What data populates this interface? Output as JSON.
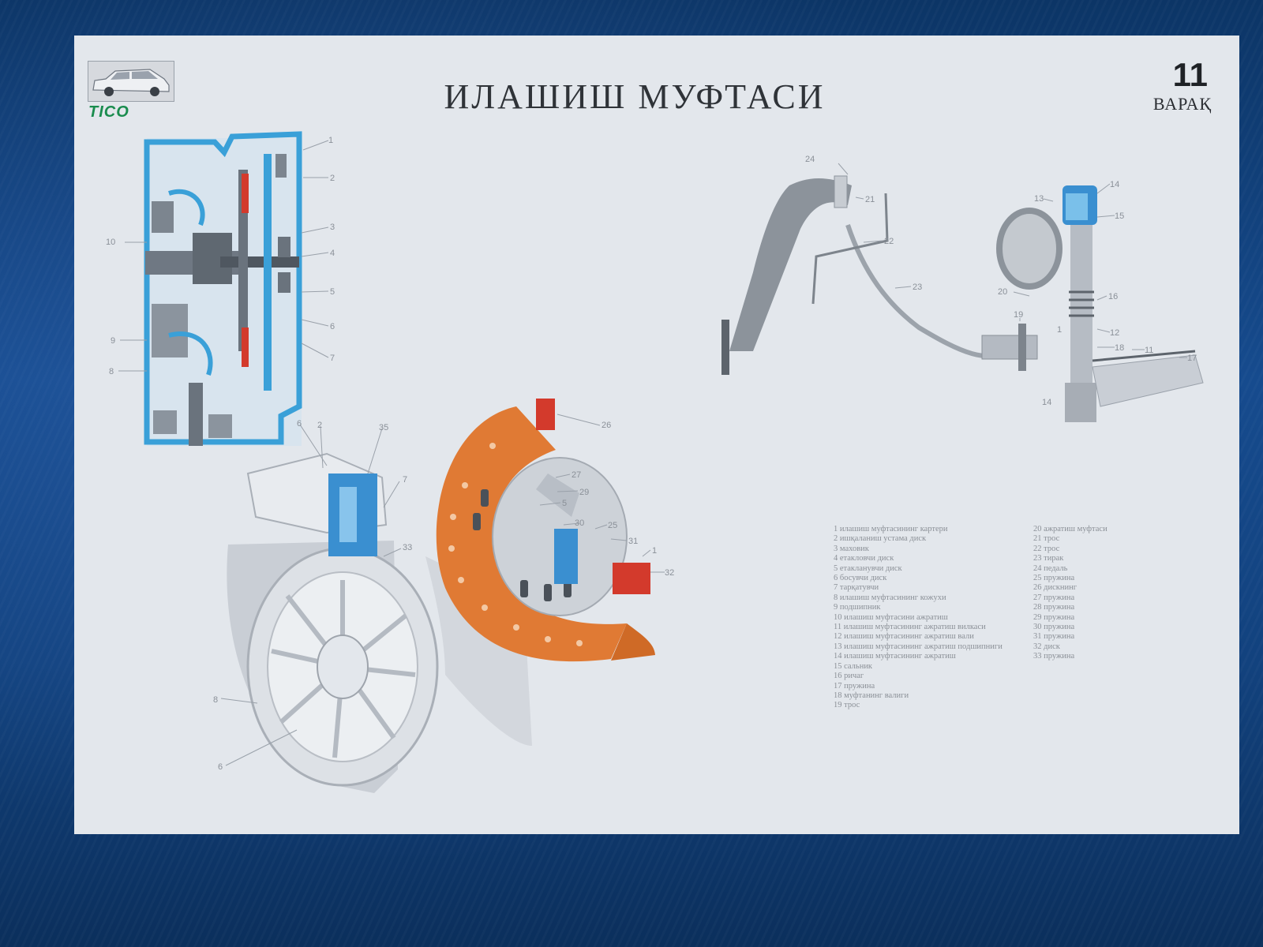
{
  "header": {
    "brand": "TICO",
    "title": "ИЛАШИШ МУФТАСИ",
    "sheet_number": "11",
    "sheet_label": "ВАРАҚ"
  },
  "callouts": {
    "section": [
      "1",
      "2",
      "3",
      "4",
      "5",
      "6",
      "7",
      "8",
      "9",
      "10"
    ],
    "exploded": [
      "6",
      "2",
      "35",
      "7",
      "33",
      "26",
      "27",
      "29",
      "5",
      "30",
      "25",
      "31",
      "1",
      "32",
      "8",
      "6"
    ],
    "pedal": [
      "24",
      "21",
      "22",
      "23",
      "13",
      "14",
      "15",
      "16",
      "20",
      "19",
      "1",
      "12",
      "18",
      "11",
      "17",
      "14"
    ]
  },
  "legend_left": [
    "1 илашиш муфтасининг картери",
    "2 ишқаланиш устама диск",
    "3 маховик",
    "4 етакловчи диск",
    "5 етакланувчи диск",
    "6 босувчи диск",
    "7 тарқатувчи",
    "8 илашиш муфтасининг кожухи",
    "9 подшипник",
    "10 илашиш муфтасини ажратиш",
    "11 илашиш муфтасининг ажратиш вилкаси",
    "12 илашиш муфтасининг ажратиш вали",
    "13 илашиш муфтасининг ажратиш подшипниги",
    "14 илашиш муфтасининг ажратиш",
    "15 сальник",
    "16 ричаг",
    "17 пружина",
    "18 муфтанинг валиги",
    "19 трос"
  ],
  "legend_right": [
    "20 ажратиш муфтаси",
    "21 трос",
    "22 трос",
    "23 тирак",
    "24 педаль",
    "25 пружина",
    "26 дискнинг",
    "27 пружина",
    "28 пружина",
    "29 пружина",
    "30 пружина",
    "31 пружина",
    "32 диск",
    "33 пружина"
  ]
}
